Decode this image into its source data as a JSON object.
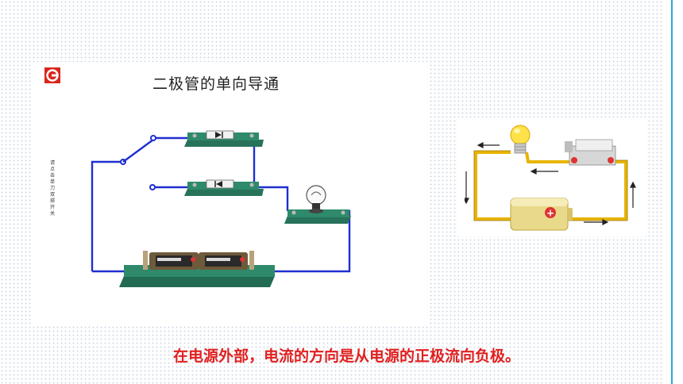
{
  "slide": {
    "diagram_title": "二极管的单向导通",
    "side_note": "请点击单刀双掷开关",
    "caption": "在电源外部，电流的方向是从电源的正极流向负极。"
  },
  "colors": {
    "wire": "#1f2fd0",
    "board": "#2e8a6a",
    "caption": "#e02020",
    "accent_line": "#2aa7e0",
    "circuit_wire": "#e8b400"
  },
  "icons": [
    "logo-icon",
    "switch-icon",
    "diode-icon",
    "bulb-icon",
    "battery-icon",
    "arrow-icon"
  ]
}
